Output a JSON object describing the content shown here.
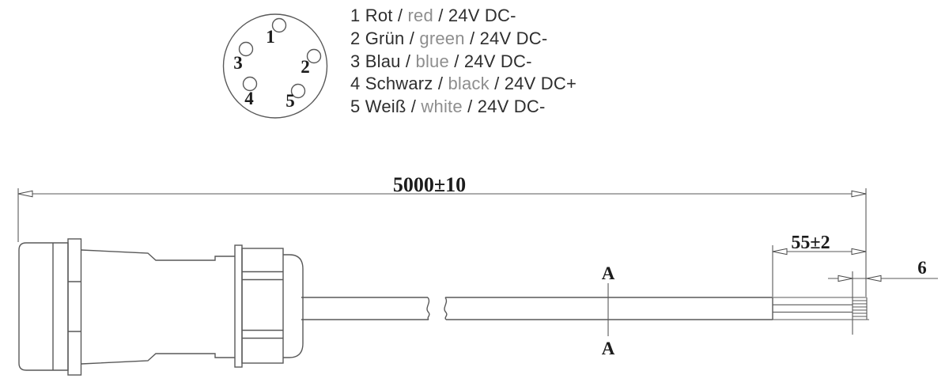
{
  "pinout": {
    "pin_labels": [
      "1",
      "2",
      "3",
      "4",
      "5"
    ]
  },
  "legend": {
    "lines": [
      {
        "pin_german": "1 Rot / ",
        "english": "red",
        "voltage": " / 24V DC-"
      },
      {
        "pin_german": "2 Grün / ",
        "english": "green",
        "voltage": " / 24V DC-"
      },
      {
        "pin_german": "3 Blau / ",
        "english": "blue",
        "voltage": " / 24V DC-"
      },
      {
        "pin_german": "4 Schwarz / ",
        "english": "black",
        "voltage": " / 24V DC+"
      },
      {
        "pin_german": "5 Weiß / ",
        "english": "white",
        "voltage": " / 24V DC-"
      }
    ]
  },
  "dimensions": {
    "overall_length": "5000±10",
    "strip_length": "55±2",
    "tip_length": "6"
  },
  "section_marks": {
    "top": "A",
    "bottom": "A"
  },
  "colors": {
    "line": "#595959",
    "text": "#1c1c1c",
    "muted_text": "#8e8e8e"
  }
}
